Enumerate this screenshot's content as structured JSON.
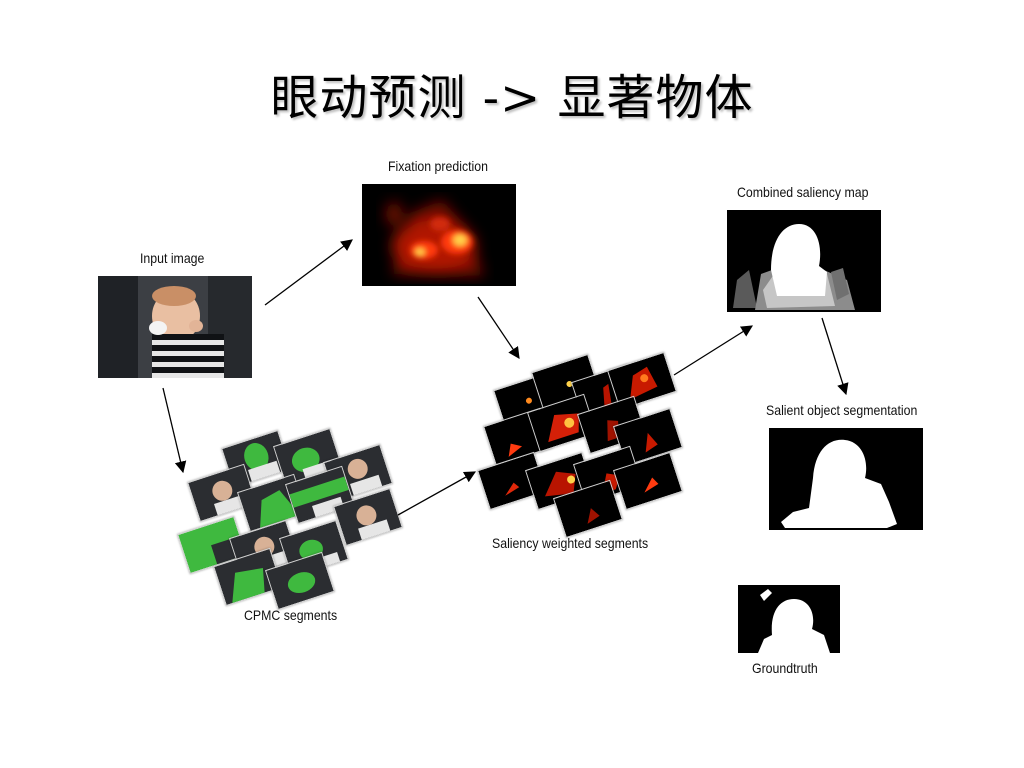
{
  "slide": {
    "title": "眼动预测 -> 显著物体"
  },
  "labels": {
    "input": "Input image",
    "fixation": "Fixation prediction",
    "cpmc": "CPMC segments",
    "weighted": "Saliency weighted segments",
    "combined": "Combined saliency map",
    "salient": "Salient object segmentation",
    "groundtruth": "Groundtruth"
  },
  "colors": {
    "segment_green": "#2e9e2e",
    "heat_core": "#ffd24a",
    "heat_mid": "#ff3b10",
    "heat_outer": "#7a0a00"
  }
}
